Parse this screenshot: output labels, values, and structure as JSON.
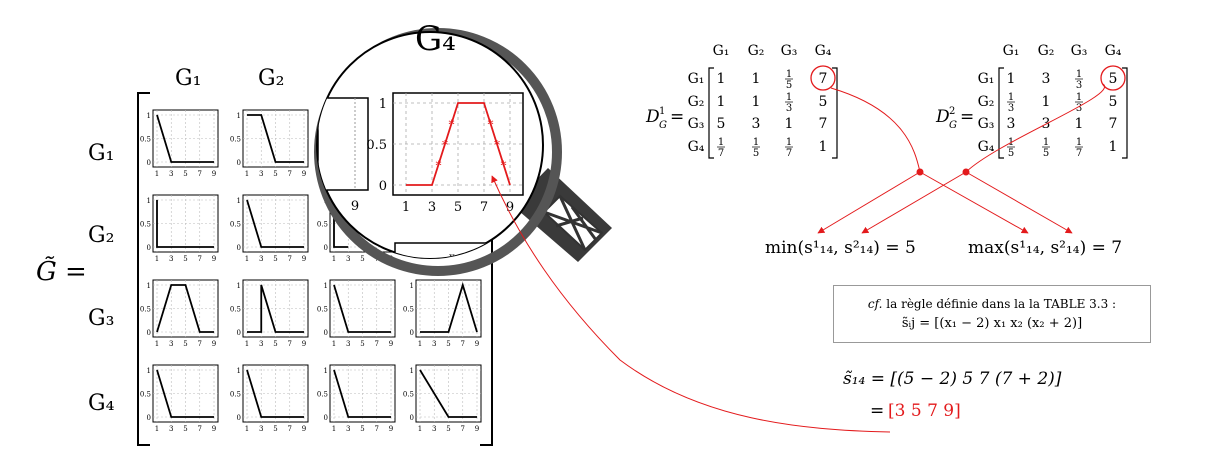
{
  "gtilde_label": "G̃ =",
  "group_labels": [
    "G₁",
    "G₂",
    "G₃",
    "G₄"
  ],
  "axis": {
    "x_ticks": [
      "1",
      "3",
      "5",
      "7",
      "9"
    ],
    "y_ticks": [
      "0",
      "0.5",
      "1"
    ]
  },
  "zoom": {
    "title": "G₄",
    "x_ticks": [
      "1",
      "3",
      "5",
      "7",
      "9"
    ],
    "y_ticks": [
      "0",
      "0.5",
      "1"
    ],
    "left_partial_tick": "9",
    "curve": [
      [
        1,
        0
      ],
      [
        3,
        0
      ],
      [
        5,
        1
      ],
      [
        7,
        1
      ],
      [
        9,
        0
      ]
    ],
    "colors": {
      "curve": "#e31a1c",
      "frame": "#333333"
    }
  },
  "mini_plots": [
    [
      [
        [
          1,
          1
        ],
        [
          3,
          0
        ],
        [
          9,
          0
        ]
      ],
      [
        [
          1,
          1
        ],
        [
          3,
          1
        ],
        [
          5,
          0
        ],
        [
          9,
          0
        ]
      ],
      null,
      null
    ],
    [
      [
        [
          1,
          1
        ],
        [
          1,
          0
        ],
        [
          9,
          0
        ]
      ],
      [
        [
          1,
          1
        ],
        [
          3,
          0
        ],
        [
          9,
          0
        ]
      ],
      [
        [
          1,
          1
        ],
        [
          1,
          0
        ],
        [
          3,
          0
        ]
      ],
      null
    ],
    [
      [
        [
          1,
          0
        ],
        [
          3,
          1
        ],
        [
          5,
          1
        ],
        [
          7,
          0
        ],
        [
          9,
          0
        ]
      ],
      [
        [
          1,
          0
        ],
        [
          3,
          0
        ],
        [
          3,
          1
        ],
        [
          5,
          0
        ],
        [
          9,
          0
        ]
      ],
      [
        [
          1,
          1
        ],
        [
          3,
          0
        ],
        [
          9,
          0
        ]
      ],
      [
        [
          1,
          0
        ],
        [
          5,
          0
        ],
        [
          7,
          1
        ],
        [
          9,
          0
        ]
      ]
    ],
    [
      [
        [
          1,
          1
        ],
        [
          3,
          0
        ],
        [
          9,
          0
        ]
      ],
      [
        [
          1,
          1
        ],
        [
          3,
          0
        ],
        [
          9,
          0
        ]
      ],
      [
        [
          1,
          1
        ],
        [
          3,
          0
        ],
        [
          9,
          0
        ]
      ],
      [
        [
          1,
          1
        ],
        [
          5,
          0
        ],
        [
          9,
          0
        ]
      ]
    ]
  ],
  "matrix1": {
    "name": "D",
    "sup": "1",
    "sub": "G",
    "col_headers": [
      "G₁",
      "G₂",
      "G₃",
      "G₄"
    ],
    "row_headers": [
      "G₁",
      "G₂",
      "G₃",
      "G₄"
    ],
    "cells": [
      [
        "1",
        "1",
        "1/5",
        "7"
      ],
      [
        "1",
        "1",
        "1/3",
        "5"
      ],
      [
        "5",
        "3",
        "1",
        "7"
      ],
      [
        "1/7",
        "1/5",
        "1/7",
        "1"
      ]
    ],
    "highlight": "7"
  },
  "matrix2": {
    "name": "D",
    "sup": "2",
    "sub": "G",
    "col_headers": [
      "G₁",
      "G₂",
      "G₃",
      "G₄"
    ],
    "row_headers": [
      "G₁",
      "G₂",
      "G₃",
      "G₄"
    ],
    "cells": [
      [
        "1",
        "3",
        "1/3",
        "5"
      ],
      [
        "1/3",
        "1",
        "1/3",
        "5"
      ],
      [
        "3",
        "3",
        "1",
        "7"
      ],
      [
        "1/5",
        "1/5",
        "1/7",
        "1"
      ]
    ],
    "highlight": "5"
  },
  "min_expr": "min(s¹₁₄, s²₁₄) = 5",
  "max_expr": "max(s¹₁₄, s²₁₄) = 7",
  "caption": {
    "cf": "cf.",
    "line1": "la règle définie dans la la TABLE 3.3 :",
    "line2": "s̃ᵢj = [(x₁ − 2)  x₁  x₂  (x₂ + 2)]"
  },
  "result1": "s̃₁₄ = [(5 − 2)  5  7  (7 + 2)]",
  "result2_eq": "=",
  "result2_val": "[3 5 7 9]",
  "colors": {
    "accent": "#e31a1c",
    "ink": "#000000",
    "handle": "#3a3a3a"
  }
}
